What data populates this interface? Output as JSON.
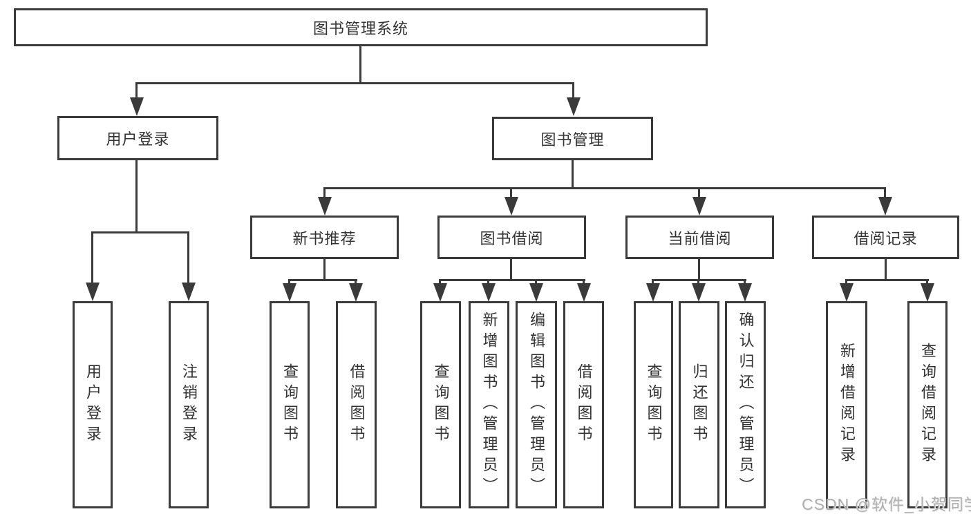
{
  "diagram": {
    "root": {
      "label": "图书管理系统"
    },
    "user_login": {
      "label": "用户登录",
      "children": [
        {
          "label": "用户登录"
        },
        {
          "label": "注销登录"
        }
      ]
    },
    "book_management": {
      "label": "图书管理",
      "children": [
        {
          "label": "新书推荐",
          "children": [
            {
              "label": "查询图书"
            },
            {
              "label": "借阅图书"
            }
          ]
        },
        {
          "label": "图书借阅",
          "children": [
            {
              "label": "查询图书"
            },
            {
              "label": "新增图书（管理员）"
            },
            {
              "label": "编辑图书（管理员）"
            },
            {
              "label": "借阅图书"
            }
          ]
        },
        {
          "label": "当前借阅",
          "children": [
            {
              "label": "查询图书"
            },
            {
              "label": "归还图书"
            },
            {
              "label": "确认归还（管理员）"
            }
          ]
        },
        {
          "label": "借阅记录",
          "children": [
            {
              "label": "新增借阅记录"
            },
            {
              "label": "查询借阅记录"
            }
          ]
        }
      ]
    }
  },
  "watermark": {
    "text": "CSDN @软件_小贺同学"
  },
  "colors": {
    "line": "#3a3a3a",
    "text": "#333333",
    "watermark": "#b0b0b0",
    "background": "#ffffff"
  }
}
